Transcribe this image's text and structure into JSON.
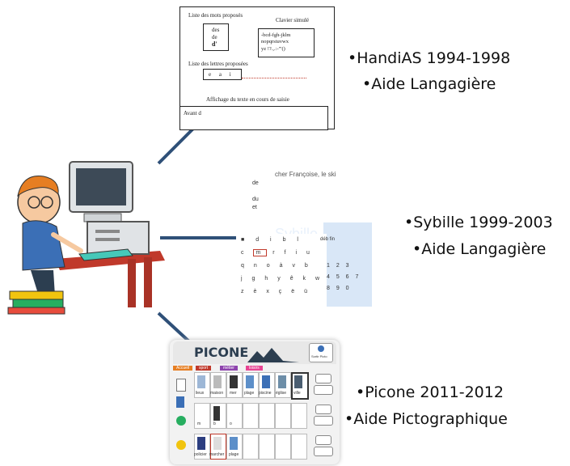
{
  "captions": {
    "handias_title": "•HandiAS 1994-1998",
    "handias_sub": "•Aide Langagière",
    "sybille_title": "•Sybille 1999-2003",
    "sybille_sub": "•Aide Langagière",
    "picone_title": "•Picone 2011-2012",
    "picone_sub": "•Aide Pictographique"
  },
  "handias": {
    "words_title": "Liste des mots proposés",
    "keyboard_title": "Clavier simulé",
    "words": [
      "des",
      "de",
      "d'"
    ],
    "keyboard_rows": [
      "-bcd-fgh-jklm",
      "nopqrstuvwx",
      "yz !?.,.:-\"'()"
    ],
    "letters_title": "Liste des lettres proposées",
    "letters": "e a i",
    "text_title": "Affichage du texte en cours de saisie",
    "text_value": "Avant d"
  },
  "sybille": {
    "header": "cher Françoise, le ski",
    "list": [
      "de",
      "du",
      "et"
    ],
    "logo": "Sybille",
    "keys_row1": [
      "d",
      "i",
      "b",
      "l"
    ],
    "keys_row2": [
      "c",
      "m",
      "r",
      "f",
      "i",
      "u"
    ],
    "keys_row3": [
      "q",
      "n",
      "o",
      "à",
      "v",
      "b"
    ],
    "keys_row4": [
      "j",
      "g",
      "h",
      "y",
      "ê",
      "k",
      "w"
    ],
    "keys_row5": [
      "z",
      "è",
      "x",
      "ç",
      "ë",
      "ü"
    ],
    "num_rows": [
      "1 2 3",
      "4 5 6 7",
      "8 9 0"
    ],
    "top_right": "déb fin"
  },
  "picone": {
    "logo": "PICONE",
    "button": "Sortir Picto",
    "tabs": [
      "Accueil",
      "sport",
      "métier",
      "loisirs"
    ],
    "row1_labels": [
      "lieux",
      "maison",
      "mer",
      "plage",
      "piscine",
      "église",
      "ville"
    ],
    "row2_labels": [
      "m",
      "b",
      "o"
    ],
    "row3_labels": [
      "policier",
      "marcher",
      "plage"
    ]
  },
  "colors": {
    "connector": "#2f5078",
    "picone_header": "#e8e8e8",
    "picone_tab_red": "#c0392b",
    "sybille_accent": "#c9dcf3"
  }
}
